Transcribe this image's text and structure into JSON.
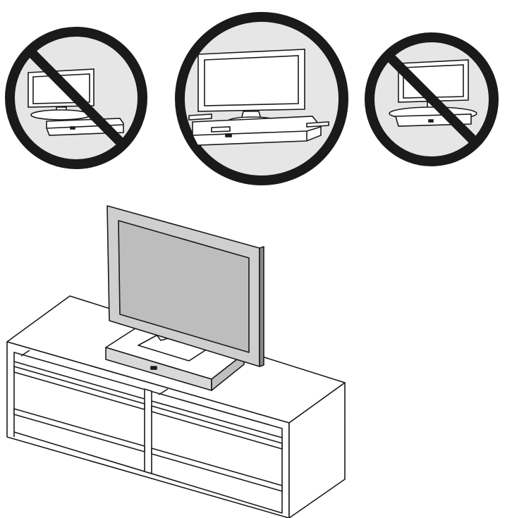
{
  "figure": {
    "panels": [
      {
        "id": "incorrect-left",
        "status": "prohibited",
        "icon": "no-entry-icon"
      },
      {
        "id": "correct-center",
        "status": "allowed",
        "icon": "tv-on-console-icon"
      },
      {
        "id": "incorrect-right",
        "status": "prohibited",
        "icon": "no-entry-icon"
      }
    ],
    "colors": {
      "line": "#1a1a1a",
      "circle_fill": "#e6e6e6",
      "screen": "#ffffff",
      "screen_main": "#bdbdbd",
      "bezel": "#cfcfcf",
      "console": "#d9d9d9",
      "furniture": "#ffffff"
    }
  }
}
